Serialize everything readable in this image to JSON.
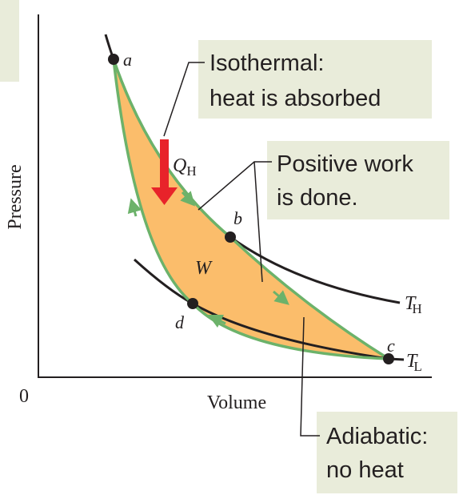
{
  "axes": {
    "x_label": "Volume",
    "y_label": "Pressure",
    "origin_label": "0"
  },
  "points": {
    "a": "a",
    "b": "b",
    "c": "c",
    "d": "d"
  },
  "quantities": {
    "heat_symbol": "Q",
    "heat_subscript": "H",
    "work_symbol": "W"
  },
  "isotherms": {
    "high_symbol": "T",
    "high_subscript": "H",
    "low_symbol": "T",
    "low_subscript": "L"
  },
  "callouts": {
    "isothermal_line1": "Isothermal:",
    "isothermal_line2": "heat is absorbed",
    "work_line1": "Positive work",
    "work_line2": "is done.",
    "adiabatic_line1": "Adiabatic:",
    "adiabatic_line2": "no heat"
  },
  "colors": {
    "cycle_fill": "#fbbd6b",
    "cycle_stroke": "#6cb26a",
    "heat_arrow": "#e8232a",
    "callout_bg": "#e9ecda",
    "curve": "#231f20"
  }
}
